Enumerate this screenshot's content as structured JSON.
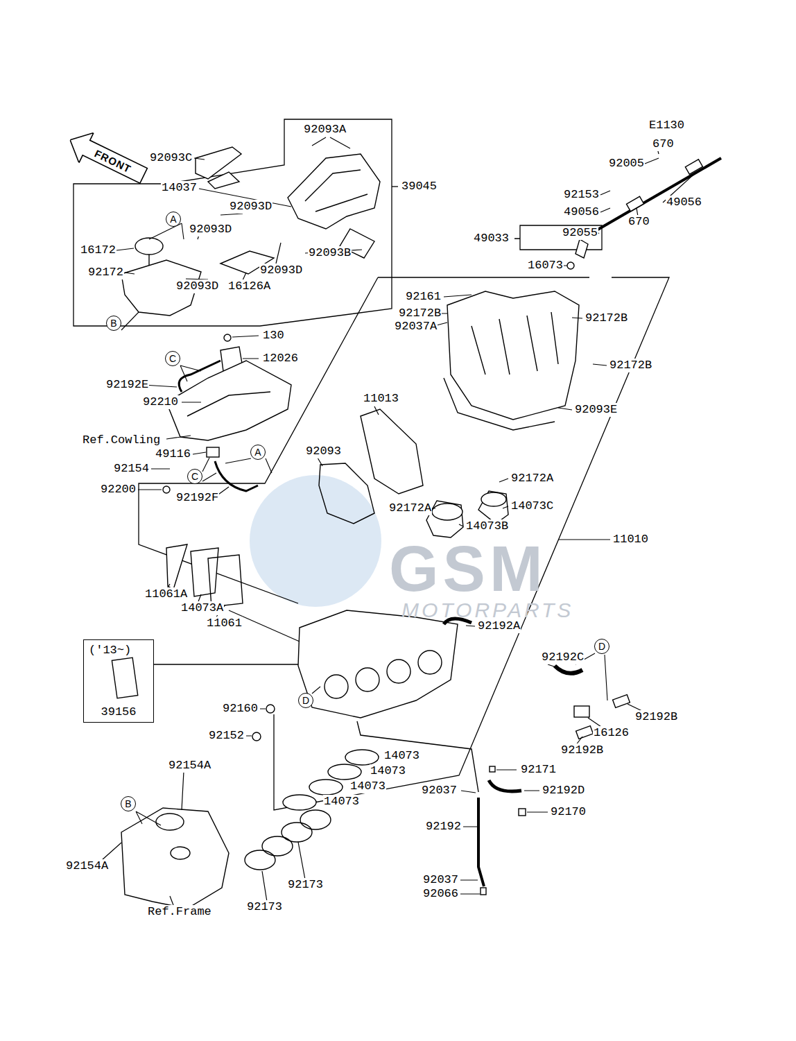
{
  "diagram": {
    "nodes": [
      {
        "text": [
          "FRONT"
        ]
      },
      {
        "text": [
          "A"
        ]
      },
      {
        "text": [
          "B"
        ]
      },
      {
        "text": [
          "C"
        ]
      },
      {
        "text": [
          "A"
        ]
      },
      {
        "text": [
          "C"
        ]
      },
      {
        "text": [
          "('13~)",
          "39156"
        ]
      },
      {
        "text": [
          "D"
        ]
      },
      {
        "text": [
          "D"
        ]
      },
      {
        "text": [
          "B"
        ]
      }
    ],
    "labels": [
      "E1130",
      "92093A",
      "92093C",
      "670",
      "92005",
      "39045",
      "14037",
      "92153",
      "49056",
      "92093D",
      "49056",
      "670",
      "92093D",
      "92055",
      "49033",
      "16172",
      "92093B",
      "16073",
      "92093D",
      "92172",
      "92093D",
      "16126A",
      "92161",
      "92172B",
      "92172B",
      "92037A",
      "130",
      "12026",
      "92172B",
      "92192E",
      "11013",
      "92210",
      "92093E",
      "Ref.Cowling",
      "92093",
      "49116",
      "92154",
      "92172A",
      "92200",
      "92192F",
      "14073C",
      "92172A",
      "14073B",
      "11010",
      "GSM",
      "11061A",
      "MOTORPARTS",
      "14073A",
      "11061",
      "92192A",
      "92192C",
      "92160",
      "92192B",
      "16126",
      "92152",
      "92192B",
      "14073",
      "92154A",
      "92171",
      "14073",
      "14073",
      "92037",
      "92192D",
      "14073",
      "92170",
      "92192",
      "92154A",
      "92037",
      "92173",
      "92066",
      "92173",
      "Ref.Frame"
    ]
  }
}
